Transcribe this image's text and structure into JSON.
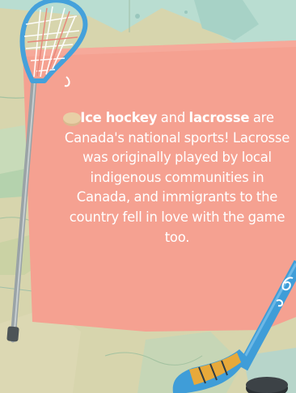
{
  "fact": {
    "term1": "Ice hockey",
    "connector": " and ",
    "term2": "lacrosse",
    "body": " are Canada's national sports! Lacrosse was originally played by local indigenous communities in Canada, and immigrants to the country fell in love with the game too."
  },
  "icons": {
    "bullet": "hockey-puck-bullet-icon",
    "lacrosse_stick": "lacrosse-stick-icon",
    "hockey_stick": "hockey-stick-icon",
    "puck": "hockey-puck-icon"
  },
  "colors": {
    "card": "#f5a191",
    "text": "#ffffff",
    "map_land": "#cfd2a6",
    "map_water": "#a8d3c8",
    "stick_blue": "#3f9dd8",
    "tape_yellow": "#e7a93a"
  }
}
